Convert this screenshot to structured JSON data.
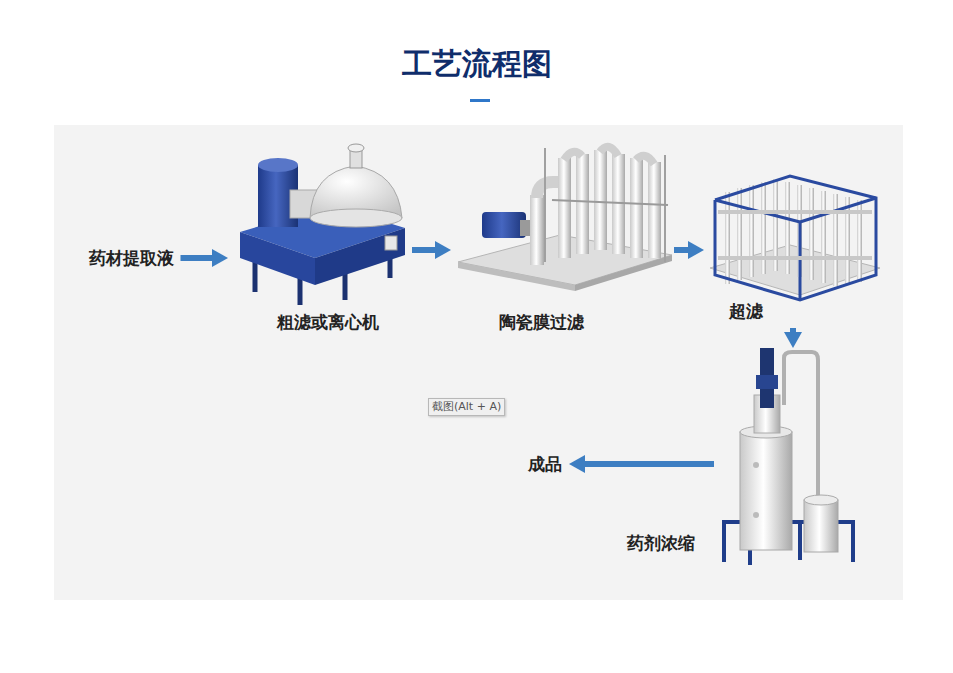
{
  "diagram": {
    "title": "工艺流程图",
    "nodes": [
      {
        "text": [
          "药材提取液"
        ]
      },
      {
        "text": [
          "粗滤或离心机"
        ]
      },
      {
        "text": [
          "陶瓷膜过滤"
        ]
      },
      {
        "text": [
          "超滤"
        ]
      },
      {
        "text": [
          "药剂浓缩"
        ]
      },
      {
        "text": [
          "成品"
        ]
      }
    ],
    "edges": [
      {
        "from": 0,
        "to": 1,
        "arrow": "to"
      },
      {
        "from": 1,
        "to": 2,
        "arrow": "to"
      },
      {
        "from": 2,
        "to": 3,
        "arrow": "to"
      },
      {
        "from": 3,
        "to": 4,
        "arrow": "to"
      },
      {
        "from": 4,
        "to": 5,
        "arrow": "to"
      }
    ],
    "labels": [
      "截图(Alt + A)"
    ]
  }
}
